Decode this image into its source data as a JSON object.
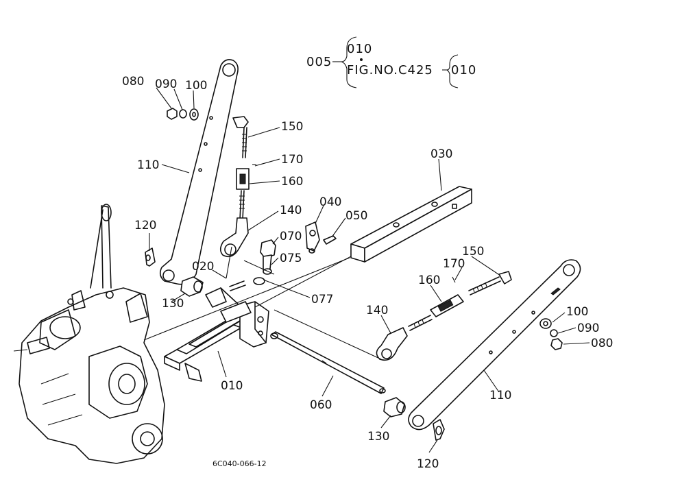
{
  "header": {
    "ref_code": "005",
    "top_code": "010",
    "fig_label": "FIG.NO.C425",
    "right_code": "010"
  },
  "drawing_code": "6C040-066-12",
  "callouts": [
    {
      "key": "080_left",
      "text": "080"
    },
    {
      "key": "090_left",
      "text": "090"
    },
    {
      "key": "100_left",
      "text": "100"
    },
    {
      "key": "150_left",
      "text": "150"
    },
    {
      "key": "110_left",
      "text": "110"
    },
    {
      "key": "170_left",
      "text": "170"
    },
    {
      "key": "160_left",
      "text": "160"
    },
    {
      "key": "030",
      "text": "030"
    },
    {
      "key": "040",
      "text": "040"
    },
    {
      "key": "050",
      "text": "050"
    },
    {
      "key": "140_left",
      "text": "140"
    },
    {
      "key": "120_left",
      "text": "120"
    },
    {
      "key": "070",
      "text": "070"
    },
    {
      "key": "075",
      "text": "075"
    },
    {
      "key": "020",
      "text": "020"
    },
    {
      "key": "130_left",
      "text": "130"
    },
    {
      "key": "077",
      "text": "077"
    },
    {
      "key": "150_right",
      "text": "150"
    },
    {
      "key": "170_right",
      "text": "170"
    },
    {
      "key": "160_right",
      "text": "160"
    },
    {
      "key": "140_right",
      "text": "140"
    },
    {
      "key": "100_right",
      "text": "100"
    },
    {
      "key": "090_right",
      "text": "090"
    },
    {
      "key": "080_right",
      "text": "080"
    },
    {
      "key": "010",
      "text": "010"
    },
    {
      "key": "060",
      "text": "060"
    },
    {
      "key": "110_right",
      "text": "110"
    },
    {
      "key": "130_right",
      "text": "130"
    },
    {
      "key": "120_right",
      "text": "120"
    }
  ]
}
